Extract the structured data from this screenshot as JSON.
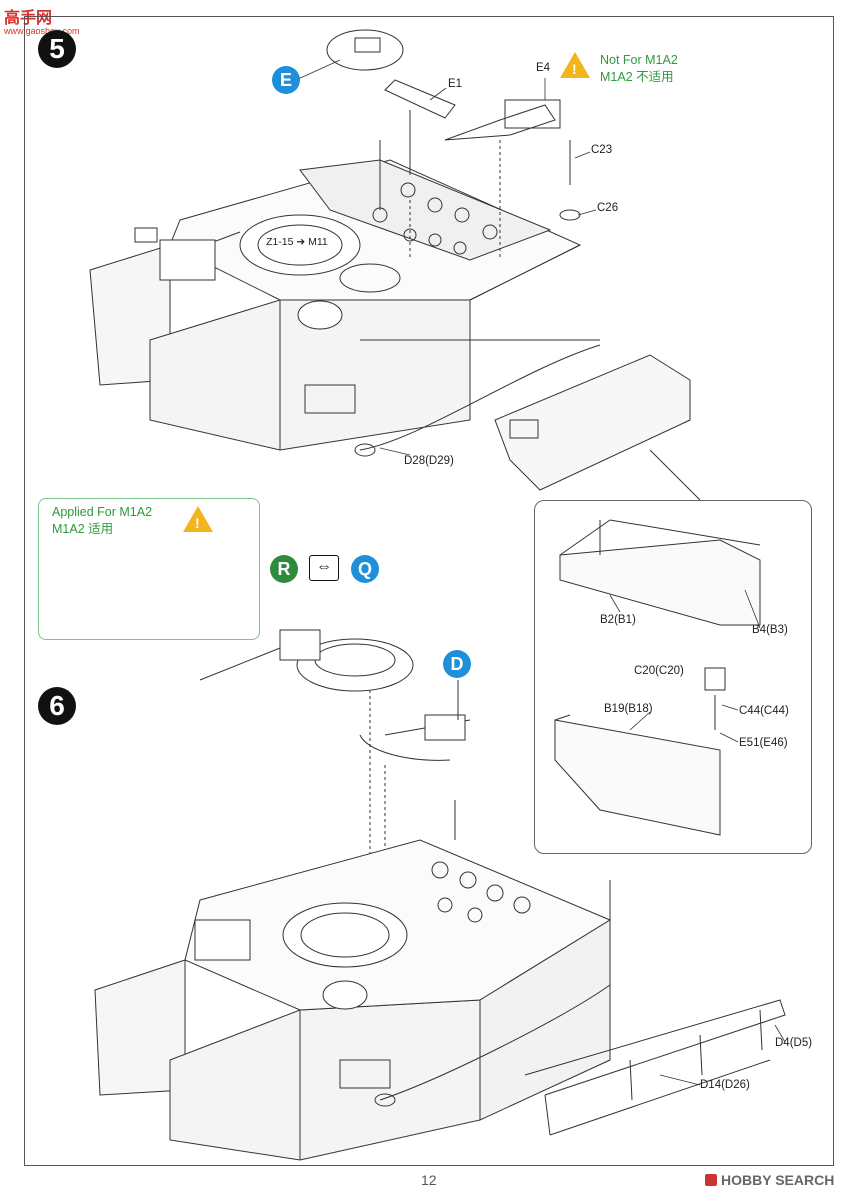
{
  "watermark": {
    "text": "高手网",
    "url": "www.gaoshou.com"
  },
  "steps": {
    "step5": "5",
    "step6": "6"
  },
  "sub_badges": {
    "e": "E",
    "r": "R",
    "q": "Q",
    "d": "D",
    "swap": "⇔"
  },
  "notes": {
    "not_for": [
      "Not For M1A2",
      "M1A2 不适用"
    ],
    "applied_for": [
      "Applied For M1A2",
      "M1A2 适用"
    ]
  },
  "labels": {
    "e1": "E1",
    "e4": "E4",
    "c23": "C23",
    "c26": "C26",
    "z1_15": "Z1-15",
    "m11": "M11",
    "d28": "D28(D29)",
    "b2": "B2(B1)",
    "b4": "B4(B3)",
    "c20": "C20(C20)",
    "c44": "C44(C44)",
    "b19": "B19(B18)",
    "e51": "E51(E46)",
    "d4": "D4(D5)",
    "d14": "D14(D26)"
  },
  "footer": {
    "page_number": "12",
    "brand": "HOBBY SEARCH"
  },
  "colors": {
    "step_badge": "#111111",
    "sub_blue": "#1e8fd8",
    "sub_green": "#2e8b3c",
    "note_green": "#2e9a3c",
    "warning": "#f2b61c"
  }
}
